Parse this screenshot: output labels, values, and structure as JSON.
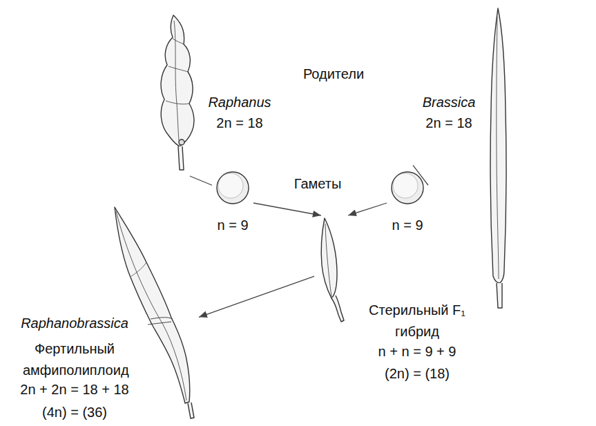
{
  "diagram": {
    "nodes": [
      {
        "text": [
          "Raphanus",
          "2n = 18"
        ]
      },
      {
        "text": [
          "n = 9"
        ]
      },
      {
        "text": [
          "Brassica",
          "2n = 18"
        ]
      },
      {
        "text": [
          "n = 9"
        ]
      },
      {
        "text": [
          "Стерильный F₁ гибрид",
          "n + n = 9 + 9",
          "(2n) = (18)"
        ]
      },
      {
        "text": [
          "Raphanobrassica",
          "Фертильный амфиполиплоид",
          "2n + 2n = 18 + 18",
          "(4n) = (36)"
        ]
      }
    ],
    "edges": [
      {
        "from": 0,
        "to": 1,
        "arrow": "none"
      },
      {
        "from": 1,
        "to": 4,
        "arrow": "to"
      },
      {
        "from": 2,
        "to": 3,
        "arrow": "none"
      },
      {
        "from": 3,
        "to": 4,
        "arrow": "to"
      },
      {
        "from": 4,
        "to": 5,
        "arrow": "to"
      }
    ],
    "labels": [
      "Родители",
      "Гаметы"
    ]
  }
}
